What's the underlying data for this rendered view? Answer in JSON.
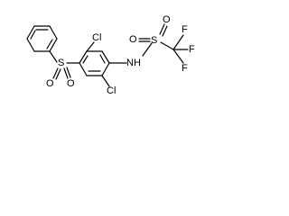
{
  "molecule": {
    "labels": {
      "s_sulfone": "S",
      "o_sulfone_left": "O",
      "o_sulfone_right": "O",
      "cl_upper": "Cl",
      "cl_lower": "Cl",
      "nh": "NH",
      "s_triflyl": "S",
      "o_triflyl_left": "O",
      "o_triflyl_right": "O",
      "f_top": "F",
      "f_right": "F",
      "f_bottom": "F"
    },
    "colors": {
      "line": "#000000",
      "background": "#ffffff"
    }
  }
}
